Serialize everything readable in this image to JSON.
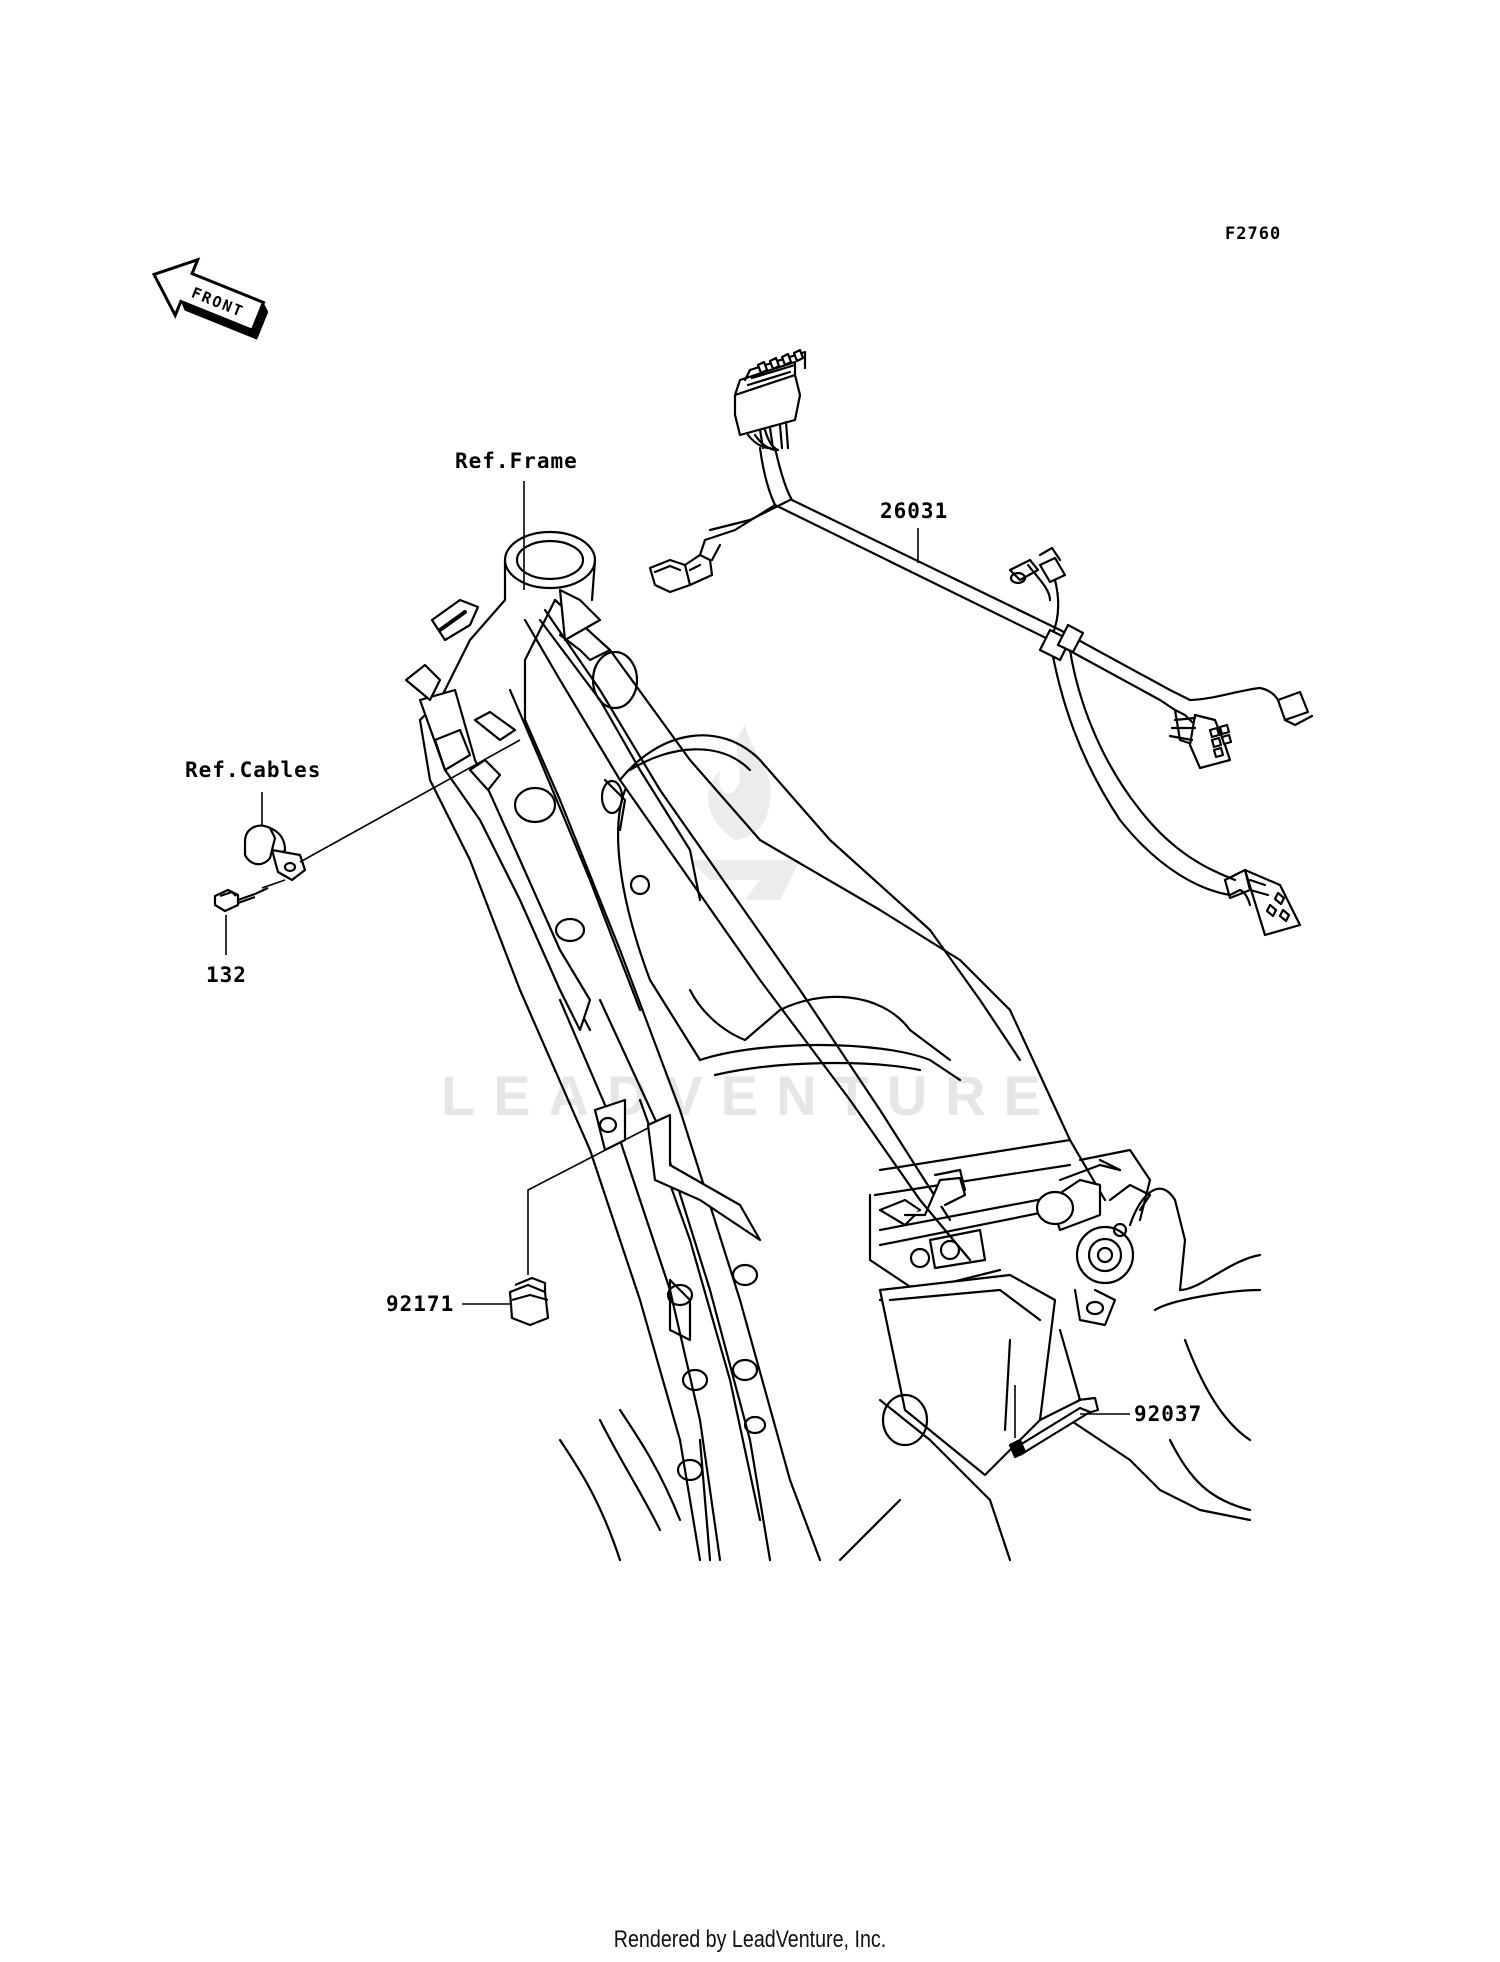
{
  "figure_code": "F2760",
  "front_arrow": {
    "label": "FRONT",
    "icon": "front-direction-arrow-icon"
  },
  "references": {
    "frame": "Ref.Frame",
    "cables": "Ref.Cables"
  },
  "parts": {
    "harness": "26031",
    "bolt": "132",
    "clamp": "92171",
    "band": "92037"
  },
  "watermark": "LEADVENTURE",
  "footer": "Rendered by LeadVenture, Inc.",
  "colors": {
    "line": "#000000",
    "watermark": "#e6e6e6",
    "background": "#ffffff"
  }
}
